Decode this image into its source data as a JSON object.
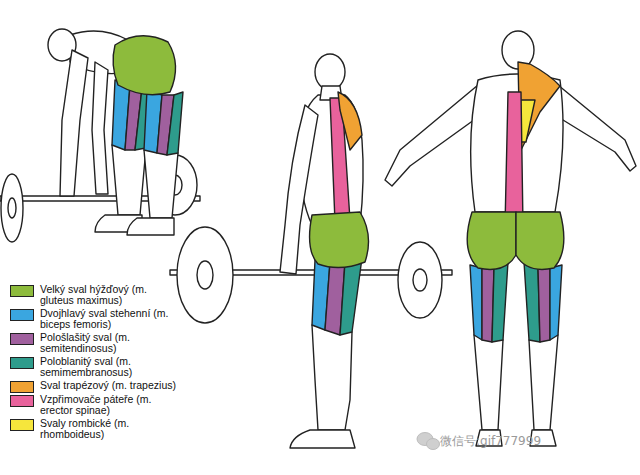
{
  "diagram": {
    "labels": [
      "微信号:gif777999"
    ],
    "legend": [
      {
        "text": "Velký sval hýžďový (m. gluteus maximus)",
        "color": "#8dbb3c"
      },
      {
        "text": "Dvojhlavý sval stehenní (m. biceps femoris)",
        "color": "#3aa6e0"
      },
      {
        "text": "Pološlašitý sval (m. semitendinosus)",
        "color": "#a0609e"
      },
      {
        "text": "Poloblanitý sval (m. semimembranosus)",
        "color": "#2e9c8c"
      },
      {
        "text": "Sval trapézový (m. trapezius)",
        "color": "#f0a233"
      },
      {
        "text": "Vzpřimovače páteře (m. erector spinae)",
        "color": "#e8629c"
      },
      {
        "text": "Svaly rombické (m. rhomboideus)",
        "color": "#f6e63c"
      }
    ]
  }
}
